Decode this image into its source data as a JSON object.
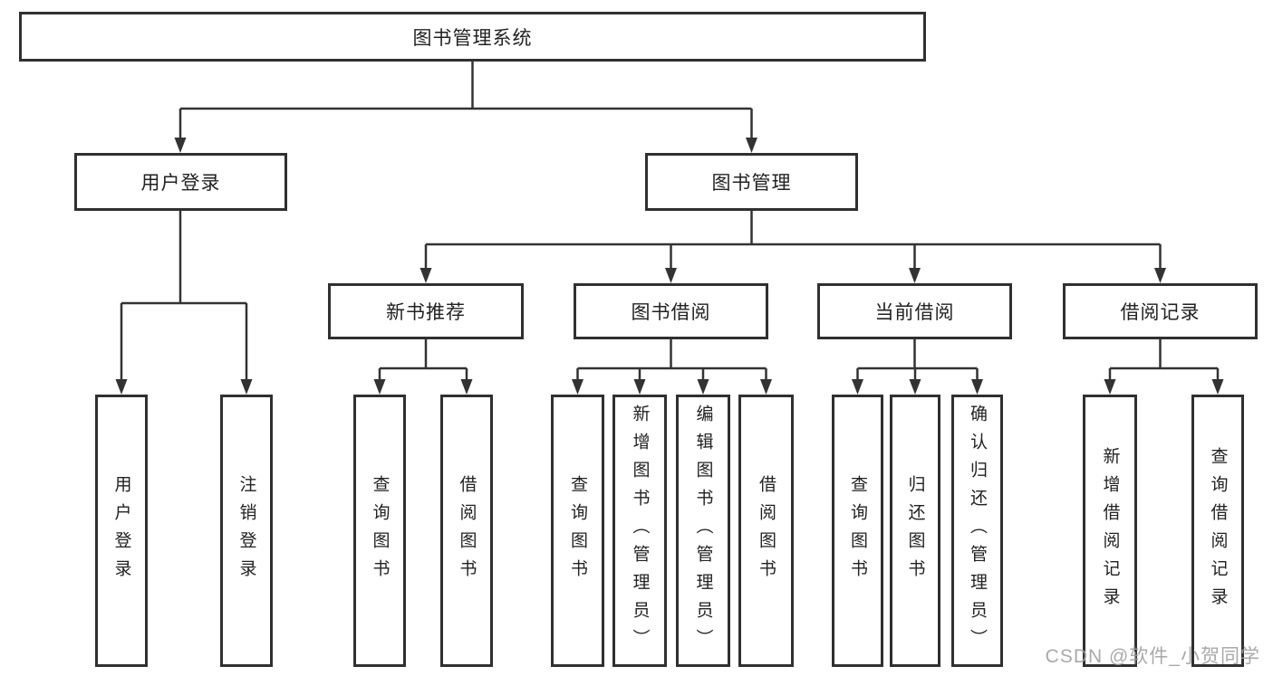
{
  "diagram": {
    "title": "图书管理系统",
    "level2": {
      "user_login": "用户登录",
      "book_mgmt": "图书管理"
    },
    "level3": {
      "new_books": "新书推荐",
      "book_borrow": "图书借阅",
      "current_borrow": "当前借阅",
      "borrow_records": "借阅记录"
    },
    "leaves": {
      "user_login": [
        "用户登录",
        "注销登录"
      ],
      "new_books": [
        "查询图书",
        "借阅图书"
      ],
      "book_borrow": [
        "查询图书",
        "新增图书（管理员）",
        "编辑图书（管理员）",
        "借阅图书"
      ],
      "current_borrow": [
        "查询图书",
        "归还图书",
        "确认归还（管理员）"
      ],
      "borrow_records": [
        "新增借阅记录",
        "查询借阅记录"
      ]
    }
  },
  "watermark": "CSDN @软件_小贺同学",
  "colors": {
    "line": "#333333",
    "border": "#303030",
    "background": "#ffffff",
    "watermark": "#a0a0a0"
  }
}
